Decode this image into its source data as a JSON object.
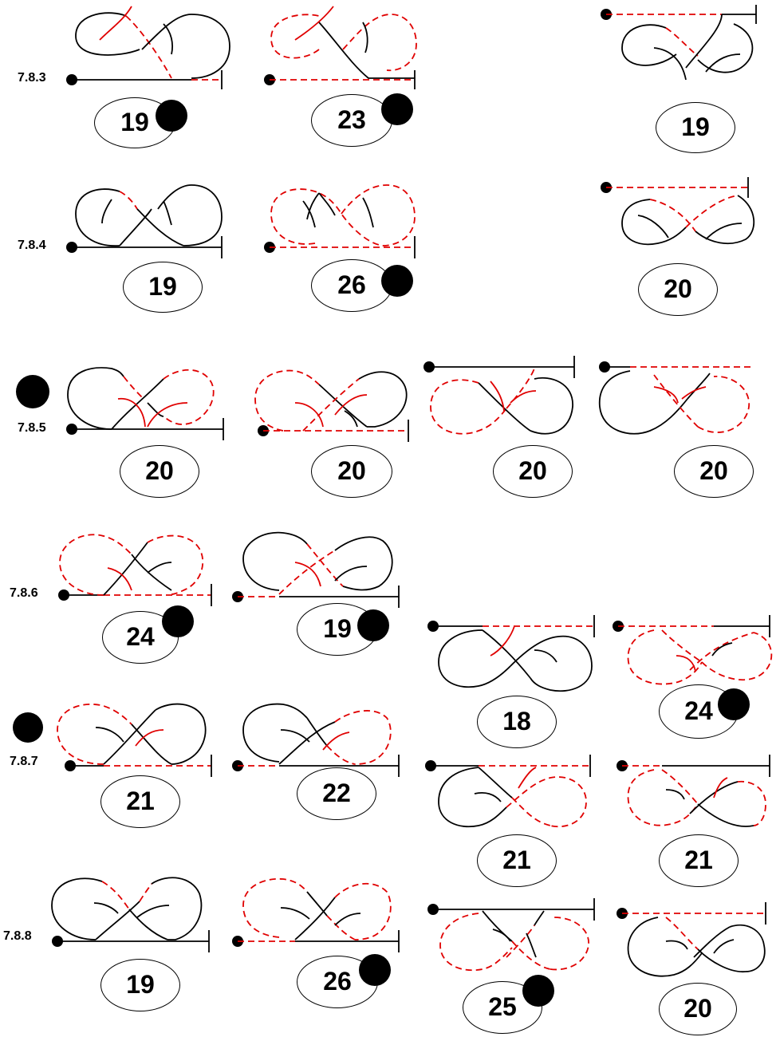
{
  "colors": {
    "solid": "#000000",
    "dashed": "#e00000"
  },
  "row_labels": [
    "7.8.3",
    "7.8.4",
    "7.8.5",
    "7.8.6",
    "7.8.7",
    "7.8.8"
  ],
  "figures": [
    {
      "label": "19",
      "badge": true
    },
    {
      "label": "23",
      "badge": true
    },
    {
      "label": "19",
      "badge": false
    },
    {
      "label": "19",
      "badge": false
    },
    {
      "label": "26",
      "badge": true
    },
    {
      "label": "20",
      "badge": false
    },
    {
      "label": "20",
      "badge": false
    },
    {
      "label": "20",
      "badge": false
    },
    {
      "label": "20",
      "badge": false
    },
    {
      "label": "20",
      "badge": false
    },
    {
      "label": "24",
      "badge": true
    },
    {
      "label": "19",
      "badge": true
    },
    {
      "label": "18",
      "badge": false
    },
    {
      "label": "24",
      "badge": true
    },
    {
      "label": "21",
      "badge": false
    },
    {
      "label": "22",
      "badge": false
    },
    {
      "label": "21",
      "badge": false
    },
    {
      "label": "21",
      "badge": false
    },
    {
      "label": "19",
      "badge": false
    },
    {
      "label": "26",
      "badge": true
    },
    {
      "label": "25",
      "badge": true
    },
    {
      "label": "20",
      "badge": false
    }
  ]
}
